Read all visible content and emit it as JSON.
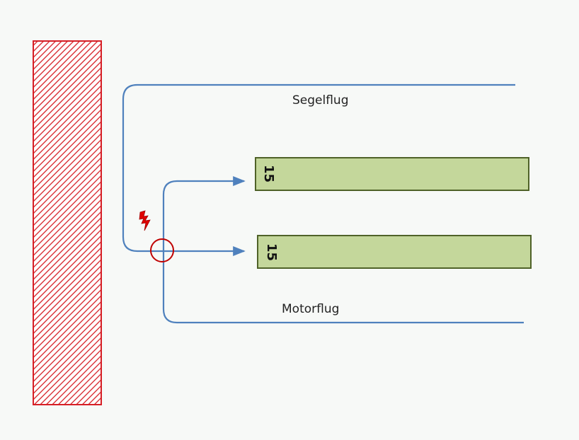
{
  "labels": {
    "glider": "Segelflug",
    "motor": "Motorflug"
  },
  "runways": [
    {
      "number": "15"
    },
    {
      "number": "15"
    }
  ],
  "colors": {
    "hatch": "#d61f26",
    "runway_fill": "#c4d79b",
    "runway_border": "#4f6228",
    "path": "#4f81bd",
    "conflict": "#c00000",
    "lightning": "#e00000",
    "background": "#f7f9f7"
  },
  "icons": {
    "conflict_marker": "circle-icon",
    "warning": "lightning-icon"
  }
}
